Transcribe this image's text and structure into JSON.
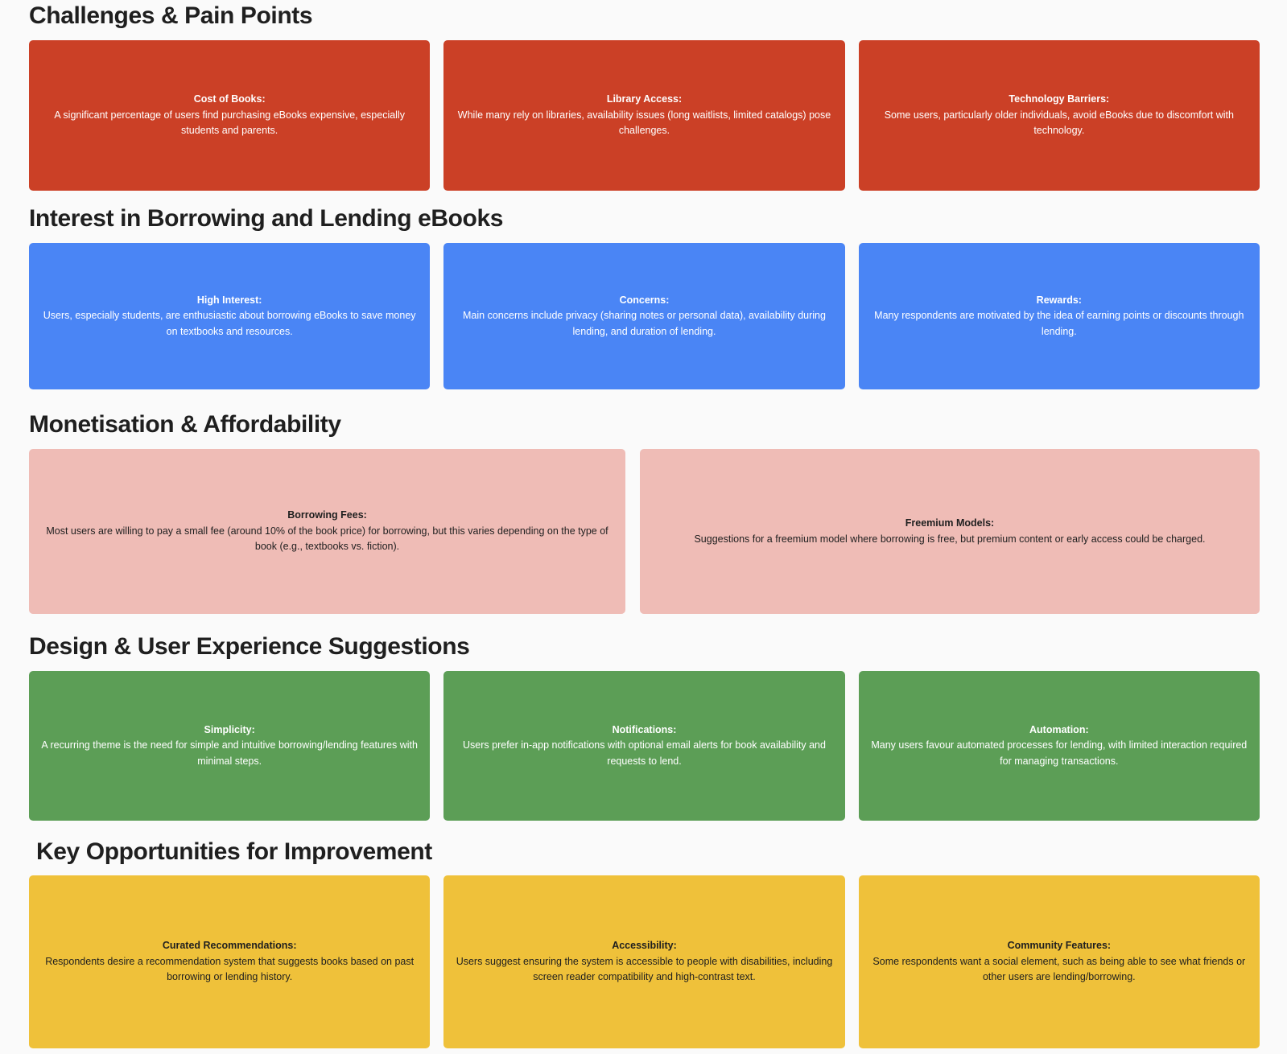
{
  "colors": {
    "background": "#fafafa",
    "challenges": "#cb4026",
    "interest": "#4a85f5",
    "monetisation": "#efbcb6",
    "design": "#5c9e56",
    "opportunities": "#efc13a",
    "heading_text": "#1f1f1f",
    "light_text": "#ffffff"
  },
  "sections": {
    "challenges": {
      "title": "Challenges & Pain Points",
      "cards": [
        {
          "lead": "Cost of Books:",
          "body": "A significant percentage of users find purchasing eBooks expensive, especially students and parents."
        },
        {
          "lead": "Library Access:",
          "body": "While many rely on libraries, availability issues (long waitlists, limited catalogs) pose challenges."
        },
        {
          "lead": "Technology Barriers:",
          "body": "Some users, particularly older individuals, avoid eBooks due to discomfort with technology."
        }
      ]
    },
    "interest": {
      "title": "Interest in Borrowing and Lending eBooks",
      "cards": [
        {
          "lead": "High Interest:",
          "body": "Users, especially students, are enthusiastic about borrowing eBooks to save money on textbooks and resources."
        },
        {
          "lead": "Concerns:",
          "body": "Main concerns include privacy (sharing notes or personal data), availability during lending, and duration of lending."
        },
        {
          "lead": "Rewards:",
          "body": "Many respondents are motivated by the idea of earning points or discounts through lending."
        }
      ]
    },
    "monetisation": {
      "title": "Monetisation & Affordability",
      "cards": [
        {
          "lead": "Borrowing Fees:",
          "body": "Most users are willing to pay a small fee (around 10% of the book price) for borrowing, but this varies depending on the type of book (e.g., textbooks vs. fiction)."
        },
        {
          "lead": "Freemium Models:",
          "body": "Suggestions for a freemium model where borrowing is free, but premium content or early access could be charged."
        }
      ]
    },
    "design": {
      "title": "Design & User Experience Suggestions",
      "cards": [
        {
          "lead": "Simplicity:",
          "body": "A recurring theme is the need for simple and intuitive borrowing/lending features with minimal steps."
        },
        {
          "lead": "Notifications:",
          "body": "Users prefer in-app notifications with optional email alerts for book availability and requests to lend."
        },
        {
          "lead": "Automation:",
          "body": "Many users favour automated processes for lending, with limited interaction required for managing transactions."
        }
      ]
    },
    "opportunities": {
      "title": "Key Opportunities for Improvement",
      "cards": [
        {
          "lead": "Curated Recommendations:",
          "body": "Respondents desire a recommendation system that suggests books based on past borrowing or lending history."
        },
        {
          "lead": "Accessibility:",
          "body": "Users suggest ensuring the system is accessible to people with disabilities, including screen reader compatibility and high-contrast text."
        },
        {
          "lead": "Community Features:",
          "body": "Some respondents want a social element, such as being able to see what friends or other users are lending/borrowing."
        }
      ]
    }
  }
}
